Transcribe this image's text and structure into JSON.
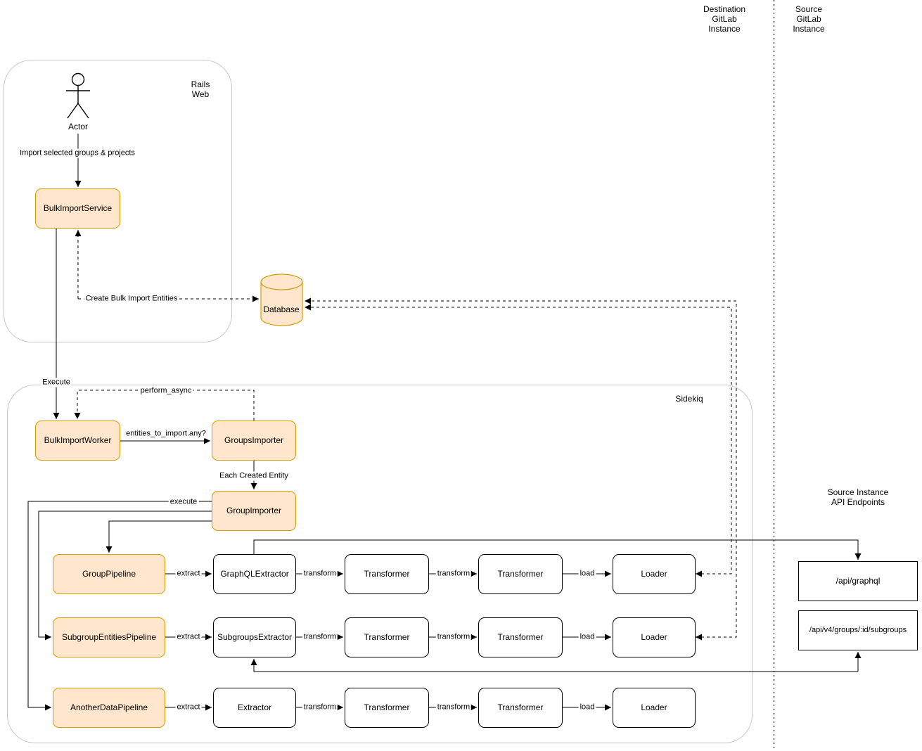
{
  "header": {
    "destination_instance": "Destination\nGitLab\nInstance",
    "source_instance": "Source\nGitLab\nInstance"
  },
  "containers": {
    "rails_web": "Rails\nWeb",
    "sidekiq": "Sidekiq"
  },
  "annotations": {
    "source_api_endpoints": "Source Instance API Endpoints",
    "actor": "Actor"
  },
  "nodes": {
    "bulk_import_service": "BulkImportService",
    "database": "Database",
    "bulk_import_worker": "BulkImportWorker",
    "groups_importer": "GroupsImporter",
    "group_importer": "GroupImporter",
    "group_pipeline": "GroupPipeline",
    "subgroup_entities_pipeline": "SubgroupEntitiesPipeline",
    "another_data_pipeline": "AnotherDataPipeline",
    "graphql_extractor": "GraphQLExtractor",
    "subgroups_extractor": "SubgroupsExtractor",
    "extractor": "Extractor",
    "transformer": "Transformer",
    "loader": "Loader",
    "api_graphql": "/api/graphql",
    "api_subgroups": "/api/v4/groups/:id/subgroups"
  },
  "edge_labels": {
    "import_selected": "Import selected groups & projects",
    "create_entities": "Create Bulk Import Entities",
    "execute": "Execute",
    "perform_async": "perform_async",
    "entities_any": "entities_to_import.any?",
    "each_created_entity": "Each Created Entity",
    "execute_lower": "execute",
    "extract": "extract",
    "transform": "transform",
    "load": "load"
  },
  "colors": {
    "node_fill": "#ffe6cc",
    "node_border": "#d79b00",
    "plain_border": "#000000",
    "container_border": "#c9c9c9"
  }
}
